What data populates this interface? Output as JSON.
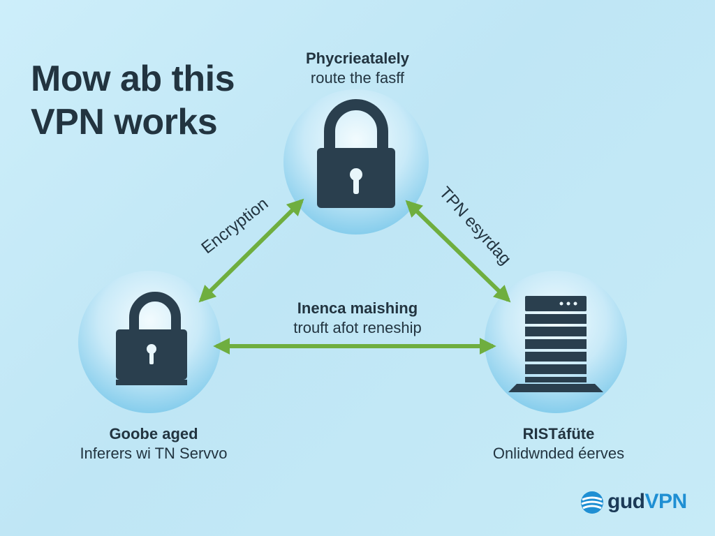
{
  "title": {
    "line1": "Mow ab this",
    "line2": "VPN works"
  },
  "nodes": {
    "top": {
      "icon": "padlock-icon",
      "heading": "Phycrieatalely",
      "subtext": "route the fasff"
    },
    "left": {
      "icon": "padlock-icon",
      "heading": "Goobe aged",
      "subtext": "Inferers wi TN Servvo"
    },
    "right": {
      "icon": "server-icon",
      "heading": "RISTáfüte",
      "subtext": "Onlidwnded éerves"
    }
  },
  "edges": {
    "left_top": "Encryption",
    "top_right": "TPN esyrdag",
    "left_right_heading": "Inenca maishing",
    "left_right_subtext": "trouft afot reneship"
  },
  "brand": {
    "icon": "globe-icon",
    "name_part1": "gud",
    "name_part2": "VPN"
  },
  "colors": {
    "arrow": "#6fae3f",
    "icon_dark": "#2a3f4e",
    "node_light": "#eef9fd",
    "node_dark": "#8fd2ef",
    "brand_blue": "#1f8fd3",
    "brand_dark": "#1c3a57"
  }
}
